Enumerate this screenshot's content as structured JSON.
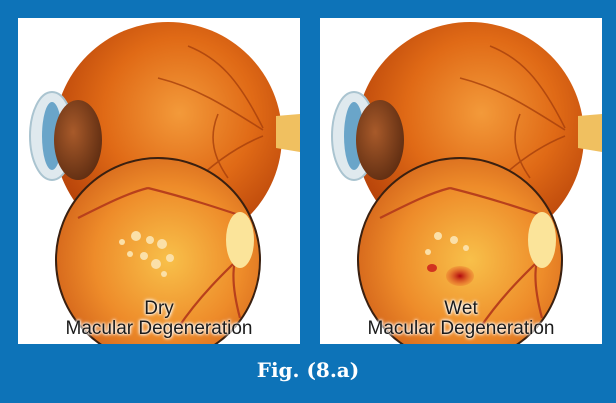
{
  "panels": [
    {
      "id": "dry",
      "caption_line1": "Dry",
      "caption_line2": "Macular Degeneration"
    },
    {
      "id": "wet",
      "caption_line1": "Wet",
      "caption_line2": "Macular Degeneration"
    }
  ],
  "figure_label": "Fig. (8.a)",
  "colors": {
    "frame": "#0d73b8",
    "eye_orange": "#e8721a",
    "retina_yellow": "#f2a23a",
    "hemorrhage": "#c8161a"
  }
}
